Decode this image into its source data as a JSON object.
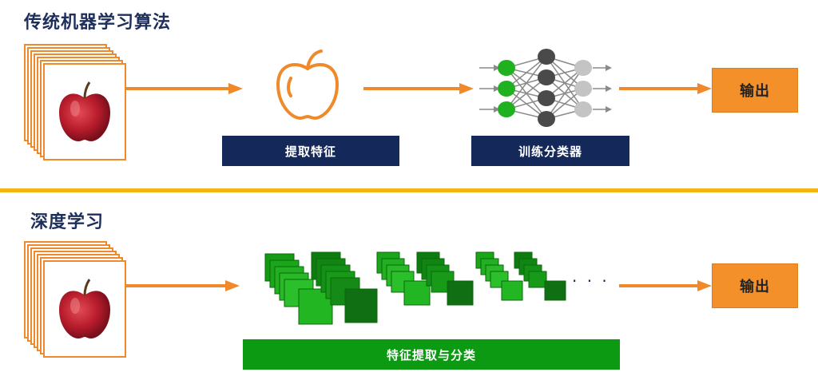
{
  "traditional": {
    "title": "传统机器学习算法",
    "feature_label": "提取特征",
    "classifier_label": "训练分类器",
    "output_label": "输出"
  },
  "deep": {
    "title": "深度学习",
    "feature_label": "特征提取与分类",
    "output_label": "输出",
    "ellipsis": "· · ·"
  },
  "colors": {
    "orange": "#f0892a",
    "navy": "#14285a",
    "green": "#0b9a12",
    "divider": "#f3b415"
  },
  "icons": [
    "apple-photo",
    "apple-outline-icon",
    "neural-network-icon",
    "feature-map-blocks"
  ]
}
